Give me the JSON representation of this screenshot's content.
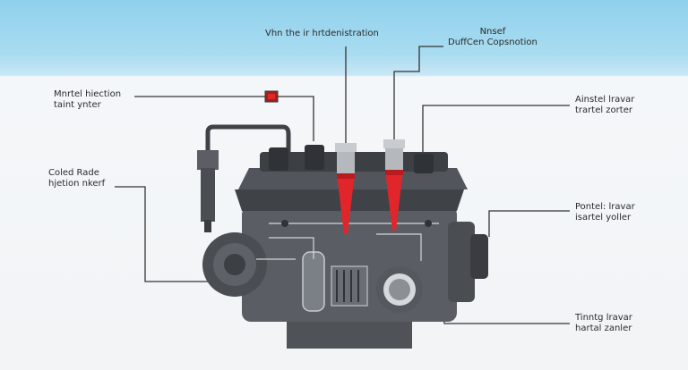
{
  "labels": {
    "top_center": "Vhn the ir hrtdenistration",
    "top_right": [
      "Nnsef",
      "DuffCen Copsnotion"
    ],
    "left_top": [
      "Mnrtel hiection",
      "taint ynter"
    ],
    "left_middle": [
      "Coled Rade",
      "hjetion nkerf"
    ],
    "right_top": [
      "Ainstel lravar",
      "trartel zorter"
    ],
    "right_middle": [
      "Pontel: lravar",
      "isartel yoller"
    ],
    "right_bottom": [
      "Tinntg lravar",
      "hartal zanler"
    ]
  },
  "colors": {
    "sky": "#9fd6ee",
    "engine_dark": "#4a4d52",
    "engine_mid": "#6a6e74",
    "highlight_red": "#e0262a",
    "leader_line": "#333333"
  }
}
